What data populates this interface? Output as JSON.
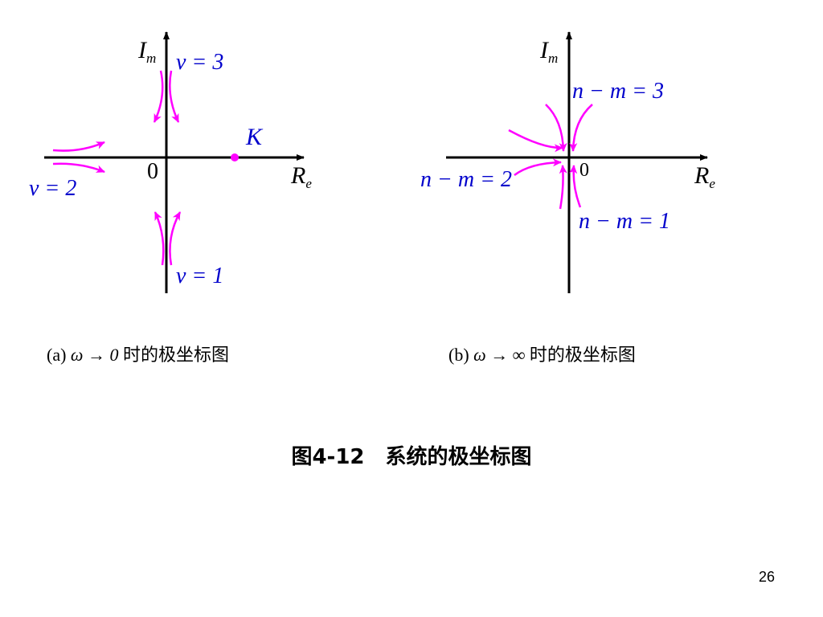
{
  "colors": {
    "axis": "#000000",
    "curve": "#ff00ff",
    "label": "#0000cc"
  },
  "left_plot": {
    "axis_y_label_main": "I",
    "axis_y_label_sub": "m",
    "axis_x_label_main": "R",
    "axis_x_label_sub": "e",
    "origin_label": "0",
    "point_label": "K",
    "label_v3": "v = 3",
    "label_v2": "v = 2",
    "label_v1": "v = 1",
    "caption_prefix": "(a)",
    "caption_math": "ω → 0",
    "caption_suffix": "时的极坐标图"
  },
  "right_plot": {
    "axis_y_label_main": "I",
    "axis_y_label_sub": "m",
    "axis_x_label_main": "R",
    "axis_x_label_sub": "e",
    "origin_label": "0",
    "label_nm3": "n − m = 3",
    "label_nm2": "n − m = 2",
    "label_nm1": "n − m = 1",
    "caption_prefix": "(b)",
    "caption_math": "ω → ∞",
    "caption_suffix": "时的极坐标图"
  },
  "figure_caption": "图4-12　系统的极坐标图",
  "page_number": "26"
}
